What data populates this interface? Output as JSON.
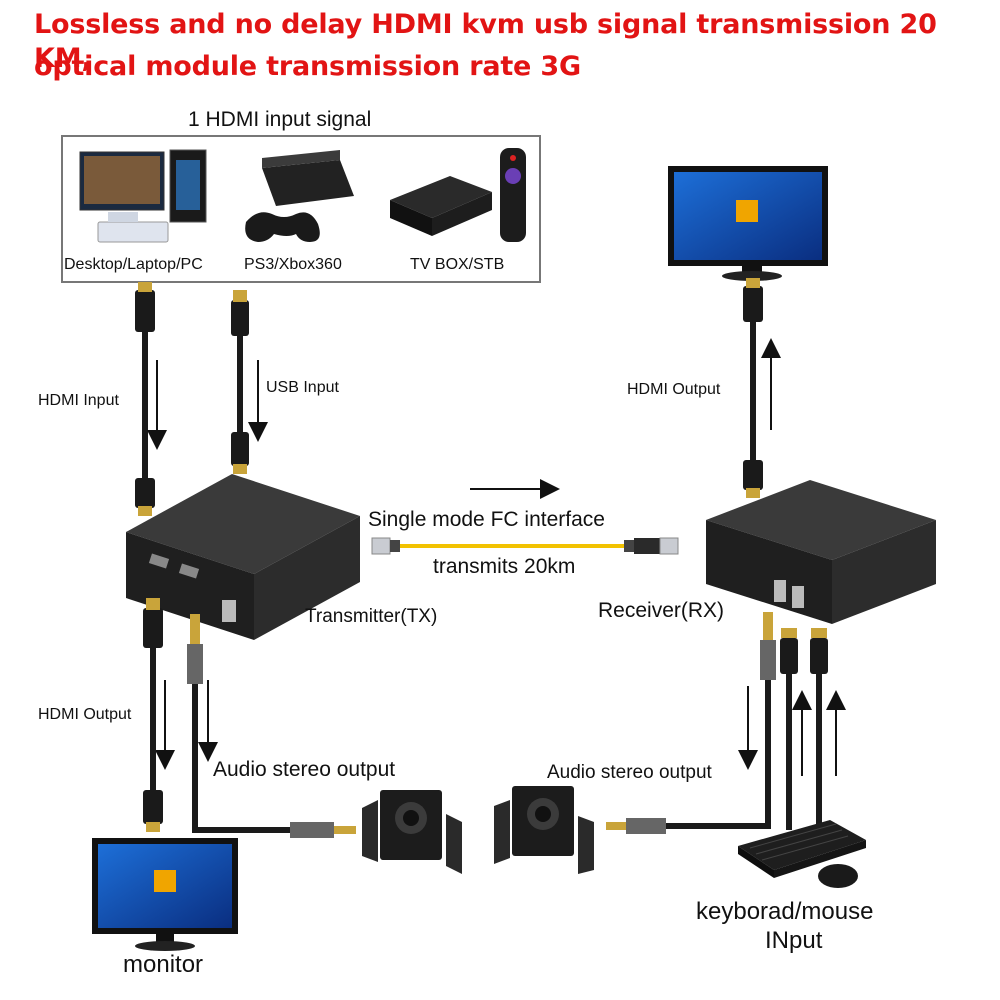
{
  "title": {
    "line1": "Lossless and no delay HDMI kvm usb signal transmission 20 KM,",
    "line2": "optical module transmission rate 3G"
  },
  "source_panel": {
    "heading": "1 HDMI input signal",
    "devices": [
      {
        "label": "Desktop/Laptop/PC",
        "icon": "pc-icon"
      },
      {
        "label": "PS3/Xbox360",
        "icon": "game-console-icon"
      },
      {
        "label": "TV BOX/STB",
        "icon": "tv-box-icon"
      }
    ]
  },
  "labels": {
    "hdmi_input": "HDMI Input",
    "usb_input": "USB Input",
    "hdmi_output_rx": "HDMI Output",
    "hdmi_output_tx": "HDMI Output",
    "fiber_interface": "Single mode FC interface",
    "fiber_distance": "transmits 20km",
    "transmitter": "Transmitter(TX)",
    "receiver": "Receiver(RX)",
    "audio_tx": "Audio stereo output",
    "audio_rx": "Audio stereo output",
    "monitor": "monitor",
    "keyboard_line1": "keyborad/mouse",
    "keyboard_line2": "INput"
  },
  "colors": {
    "title_red": "#e21414",
    "fiber_yellow": "#f2c200",
    "device_body": "#2b2b2b",
    "cable": "#1a1a1a"
  }
}
